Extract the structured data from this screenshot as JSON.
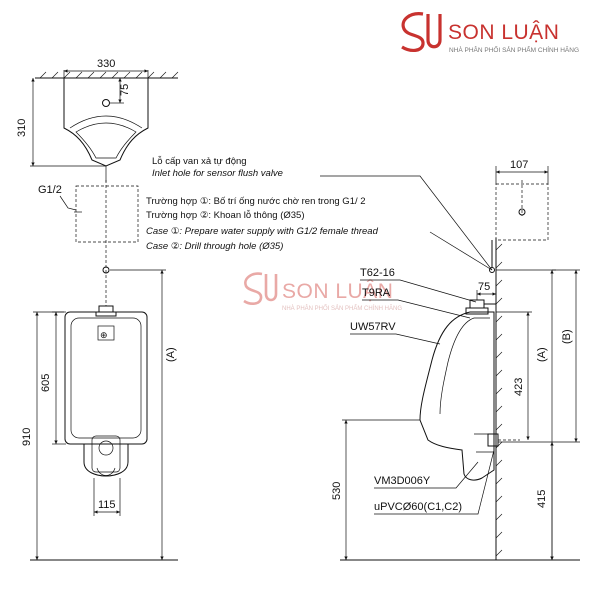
{
  "brand": {
    "name": "SON LUẬN",
    "tagline": "NHÀ PHÂN PHỐI SẢN PHẨM CHÍNH HÃNG",
    "logo_color": "#c8322f"
  },
  "watermark": {
    "name": "SON LUẬN",
    "tagline": "NHÀ PHÂN PHỐI SẢN PHẨM CHÍNH HÃNG"
  },
  "top_view": {
    "width_dim": "330",
    "inlet_offset_dim": "75",
    "depth_dim": "310"
  },
  "front_view": {
    "fitting_label": "G1/2",
    "height_dim_a": "(A)",
    "height_605": "605",
    "height_910": "910",
    "outlet_width": "115"
  },
  "notes": {
    "inlet_vi": "Lỗ cấp van xả tự động",
    "inlet_en": "Inlet hole for sensor flush valve",
    "case1_vi": "Trường hợp ①: Bố trí ống nước chờ ren trong G1/ 2",
    "case2_vi": "Trường hợp ②: Khoan lỗ thông (Ø35)",
    "case1_en": "Case ①: Prepare water supply with G1/2 female thread",
    "case2_en": "Case ②: Drill through hole (Ø35)"
  },
  "side_view": {
    "wall_offset_dim": "107",
    "part_t62": "T62-16",
    "part_t9ra": "T9RA",
    "part_uw57rv": "UW57RV",
    "part_vm3d": "VM3D006Y",
    "part_upvc": "uPVCØ60(C1,C2)",
    "dim_75": "75",
    "dim_a": "(A)",
    "dim_b": "(B)",
    "dim_423": "423",
    "dim_530": "530",
    "dim_415": "415"
  }
}
